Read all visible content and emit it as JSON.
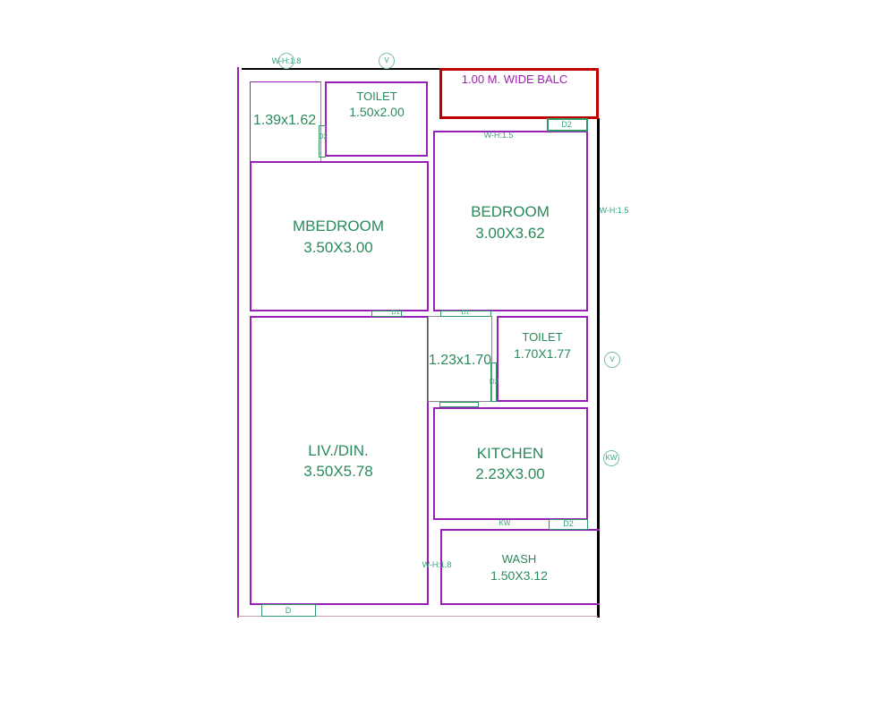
{
  "rooms": {
    "balcony": "1.00 M. WIDE BALC",
    "small_room": "1.39x1.62",
    "toilet1_name": "TOILET",
    "toilet1_size": "1.50x2.00",
    "mbedroom_name": "MBEDROOM",
    "mbedroom_size": "3.50X3.00",
    "bedroom_name": "BEDROOM",
    "bedroom_size": "3.00X3.62",
    "passage": "1.23x1.70",
    "toilet2_name": "TOILET",
    "toilet2_size": "1.70X1.77",
    "living_name": "LIV./DIN.",
    "living_size": "3.50X5.78",
    "kitchen_name": "KITCHEN",
    "kitchen_size": "2.23X3.00",
    "wash_name": "WASH",
    "wash_size": "1.50X3.12"
  },
  "openings": {
    "d1": "D1",
    "d2": "D2",
    "d": "D",
    "kw": "KW",
    "v": "V",
    "wh18": "W-H:1.8",
    "wh15": "W-H:1.5"
  },
  "colors": {
    "walls": "#9a1fb8",
    "openings": "#2e9a6a",
    "balcony": "#c00000",
    "text": "#2a8a5a"
  }
}
